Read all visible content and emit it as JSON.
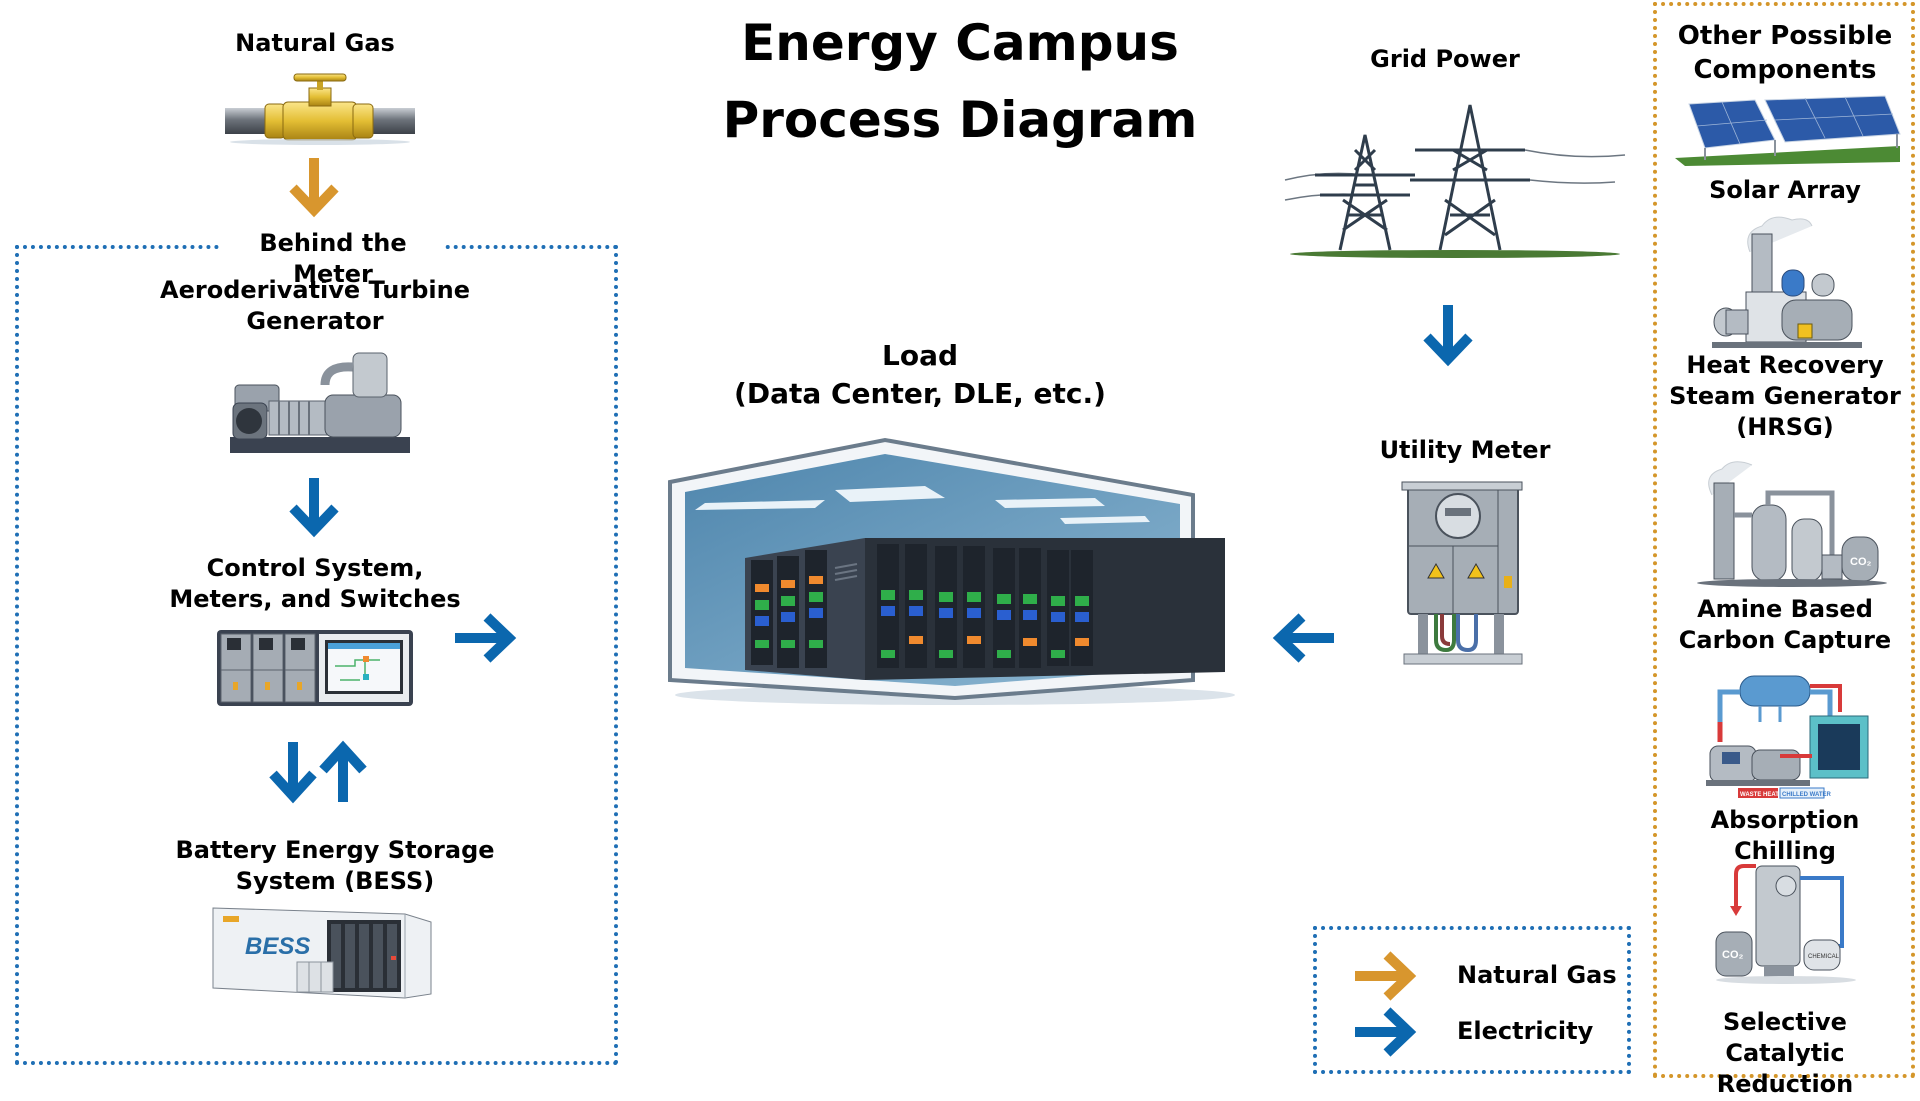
{
  "title": {
    "line1": "Energy Campus",
    "line2": "Process Diagram"
  },
  "colors": {
    "natural_gas": "#d8962e",
    "electricity": "#0b67ae",
    "blue_border": "#1f6fb5",
    "orange_border": "#d4962a"
  },
  "sources": {
    "natural_gas": "Natural Gas",
    "grid_power": "Grid Power",
    "utility_meter": "Utility Meter"
  },
  "behind_the_meter": {
    "label": "Behind the Meter",
    "turbine": "Aeroderivative Turbine\nGenerator",
    "control": "Control System,\nMeters, and Switches",
    "bess": "Battery Energy Storage\nSystem (BESS)",
    "bess_badge": "BESS"
  },
  "load": {
    "label": "Load\n(Data Center, DLE, etc.)"
  },
  "other_components": {
    "heading": "Other Possible\nComponents",
    "items": [
      {
        "name": "Solar Array"
      },
      {
        "name": "Heat Recovery\nSteam Generator\n(HRSG)"
      },
      {
        "name": "Amine Based\nCarbon Capture"
      },
      {
        "name": "Absorption Chilling"
      },
      {
        "name": "Selective Catalytic\nReduction"
      }
    ],
    "chiller_tags": [
      "WASTE HEAT",
      "CHILLED WATER"
    ],
    "co2_label": "CO₂",
    "chemical_label": "CHEMICAL"
  },
  "legend": {
    "items": [
      {
        "label": "Natural Gas",
        "type": "natural_gas"
      },
      {
        "label": "Electricity",
        "type": "electricity"
      }
    ]
  }
}
